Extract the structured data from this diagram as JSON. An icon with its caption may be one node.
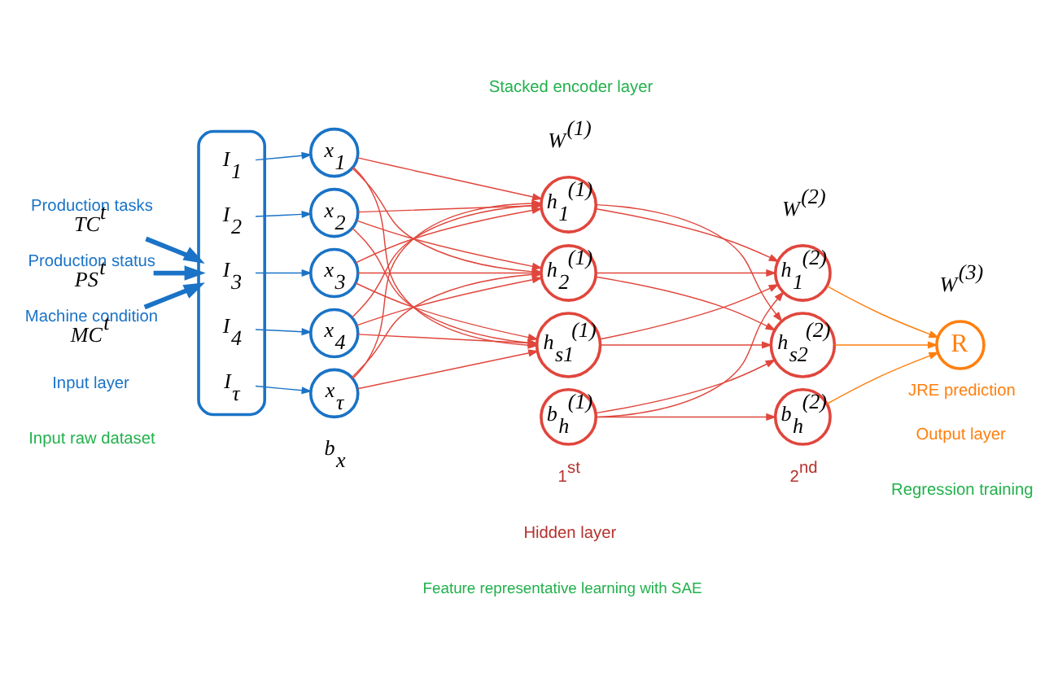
{
  "diagram": {
    "nodes": [
      {
        "text": [
          "Production tasks",
          "TC$^{t}$"
        ]
      },
      {
        "text": [
          "Production status",
          "PS$^{t}$"
        ]
      },
      {
        "text": [
          "Machine condition",
          "MC$^{t}$"
        ]
      },
      {
        "text": [],
        "shape": "box"
      },
      {
        "text": [
          "I$_{1}$"
        ],
        "in": 3
      },
      {
        "text": [
          "I$_{2}$"
        ],
        "in": 3
      },
      {
        "text": [
          "I$_{3}$"
        ],
        "in": 3
      },
      {
        "text": [
          "I$_{4}$"
        ],
        "in": 3
      },
      {
        "text": [
          "I$_{τ}$"
        ],
        "in": 3
      },
      {
        "text": [
          "x$_{1}$"
        ]
      },
      {
        "text": [
          "x$_{2}$"
        ]
      },
      {
        "text": [
          "x$_{3}$"
        ]
      },
      {
        "text": [
          "x$_{4}$"
        ]
      },
      {
        "text": [
          "x$_{τ}$"
        ]
      },
      {
        "text": [
          "h$_{1}$$^{(1)}$"
        ]
      },
      {
        "text": [
          "h$_{2}$$^{(1)}$"
        ]
      },
      {
        "text": [
          "h$_{s1}$$^{(1)}$"
        ]
      },
      {
        "text": [
          "b$_{h}$$^{(1)}$"
        ]
      },
      {
        "text": [
          "h$_{1}$$^{(2)}$"
        ]
      },
      {
        "text": [
          "h$_{s2}$$^{(2)}$"
        ]
      },
      {
        "text": [
          "b$_{h}$$^{(2)}$"
        ]
      },
      {
        "text": [
          "R"
        ],
        "beside": [
          "JRE prediction"
        ]
      }
    ],
    "edges": [
      {
        "from": 0,
        "to": 3,
        "arrow": "to",
        "style": "thick",
        "color": "#1a73c6"
      },
      {
        "from": 1,
        "to": 3,
        "arrow": "to",
        "style": "thick",
        "color": "#1a73c6"
      },
      {
        "from": 2,
        "to": 3,
        "arrow": "to",
        "style": "thick",
        "color": "#1a73c6"
      },
      {
        "from": 4,
        "to": 9,
        "arrow": "to",
        "color": "#1a73c6"
      },
      {
        "from": 5,
        "to": 10,
        "arrow": "to",
        "color": "#1a73c6"
      },
      {
        "from": 6,
        "to": 11,
        "arrow": "to",
        "color": "#1a73c6"
      },
      {
        "from": 7,
        "to": 12,
        "arrow": "to",
        "color": "#1a73c6"
      },
      {
        "from": 8,
        "to": 13,
        "arrow": "to",
        "color": "#1a73c6"
      },
      {
        "from": 9,
        "to": 14,
        "arrow": "to"
      },
      {
        "from": 9,
        "to": 15,
        "arrow": "to"
      },
      {
        "from": 9,
        "to": 16,
        "arrow": "to"
      },
      {
        "from": 10,
        "to": 14,
        "arrow": "to"
      },
      {
        "from": 10,
        "to": 15,
        "arrow": "to"
      },
      {
        "from": 10,
        "to": 16,
        "arrow": "to"
      },
      {
        "from": 11,
        "to": 14,
        "arrow": "to"
      },
      {
        "from": 11,
        "to": 15,
        "arrow": "to"
      },
      {
        "from": 11,
        "to": 16,
        "arrow": "to"
      },
      {
        "from": 12,
        "to": 14,
        "arrow": "to"
      },
      {
        "from": 12,
        "to": 15,
        "arrow": "to"
      },
      {
        "from": 12,
        "to": 16,
        "arrow": "to"
      },
      {
        "from": 13,
        "to": 14,
        "arrow": "to"
      },
      {
        "from": 13,
        "to": 15,
        "arrow": "to"
      },
      {
        "from": 13,
        "to": 16,
        "arrow": "to"
      },
      {
        "from": 14,
        "to": 18,
        "arrow": "to"
      },
      {
        "from": 14,
        "to": 19,
        "arrow": "to"
      },
      {
        "from": 15,
        "to": 18,
        "arrow": "to"
      },
      {
        "from": 15,
        "to": 19,
        "arrow": "to"
      },
      {
        "from": 16,
        "to": 18,
        "arrow": "to"
      },
      {
        "from": 16,
        "to": 19,
        "arrow": "to"
      },
      {
        "from": 17,
        "to": 18,
        "arrow": "to"
      },
      {
        "from": 17,
        "to": 19,
        "arrow": "to"
      },
      {
        "from": 17,
        "to": 20,
        "arrow": "to"
      },
      {
        "from": 18,
        "to": 21,
        "arrow": "to",
        "color": "#ff7f0e"
      },
      {
        "from": 19,
        "to": 21,
        "arrow": "to",
        "color": "#ff7f0e"
      },
      {
        "from": 20,
        "to": 21,
        "arrow": "to",
        "color": "#ff7f0e"
      }
    ],
    "labels": [
      "Stacked encoder layer",
      "W$^{(1)}$",
      "W$^{(2)}$",
      "W$^{(3)}$",
      "b$_{x}$",
      "1$^{st}$",
      "2$^{nd}$",
      "Input layer",
      "Hidden layer",
      "Output layer",
      "Input raw dataset",
      "Feature representative learning with SAE",
      "Regression training"
    ]
  }
}
